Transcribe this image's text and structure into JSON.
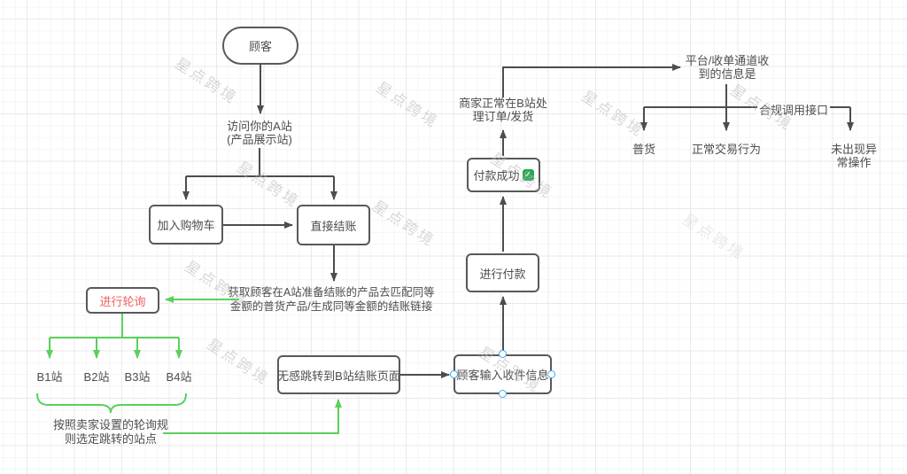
{
  "watermark": {
    "text": "星点跨境"
  },
  "flow": {
    "customer": "顾客",
    "visit_site_a": "访问你的A站\n(产品展示站)",
    "add_to_cart": "加入购物车",
    "direct_checkout": "直接结账",
    "match_products_note": "获取顾客在A站准备结账的产品去匹配同等\n金额的普货产品/生成同等金额的结账链接",
    "polling": "进行轮询",
    "sites": [
      "B1站",
      "B2站",
      "B3站",
      "B4站"
    ],
    "polling_rule_note": "按照卖家设置的轮询规\n则选定跳转的站点",
    "seamless_jump": "无感跳转到B站结账页面",
    "enter_shipping_info": "顾客输入收件信息",
    "make_payment": "进行付款",
    "payment_success": "付款成功",
    "payment_success_check": "✓",
    "merchant_process": "商家正常在B站处\n理订单/发货",
    "platform_receives": "平台/收单通道收\n到的信息是",
    "general_goods": "普货",
    "normal_transaction": "正常交易行为",
    "no_abnormal_operation": "未出现异常操作",
    "compliant_api_call": "合规调用接口"
  },
  "colors": {
    "node_border": "#595959",
    "text": "#4d4d4d",
    "red_accent": "#f1605f",
    "green_accent": "#5ad15a",
    "connection_dot": "#3caaf4",
    "check_green": "#23a952"
  }
}
